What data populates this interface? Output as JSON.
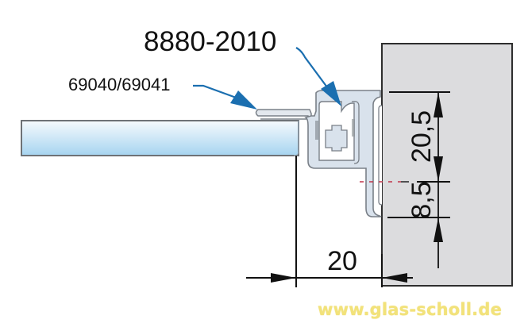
{
  "diagram": {
    "type": "technical-cross-section",
    "labels": {
      "main_part": "8880-2010",
      "seal_part": "69040/69041"
    },
    "dimensions": {
      "width_bottom": "20",
      "height_upper": "20,5",
      "height_lower": "8,5"
    },
    "watermark": "www.glas-scholl.de",
    "colors": {
      "arrow": "#1b6fb0",
      "glass_top": "#f4f9fd",
      "glass_bottom": "#a9d6f1",
      "profile_fill": "#dbe3ec",
      "profile_stroke": "#7f858c",
      "wall_fill": "#dcdcde",
      "wall_stroke": "#333333",
      "dim_line": "#111111",
      "centerline": "#c0344a",
      "watermark": "#f2e27a"
    }
  }
}
